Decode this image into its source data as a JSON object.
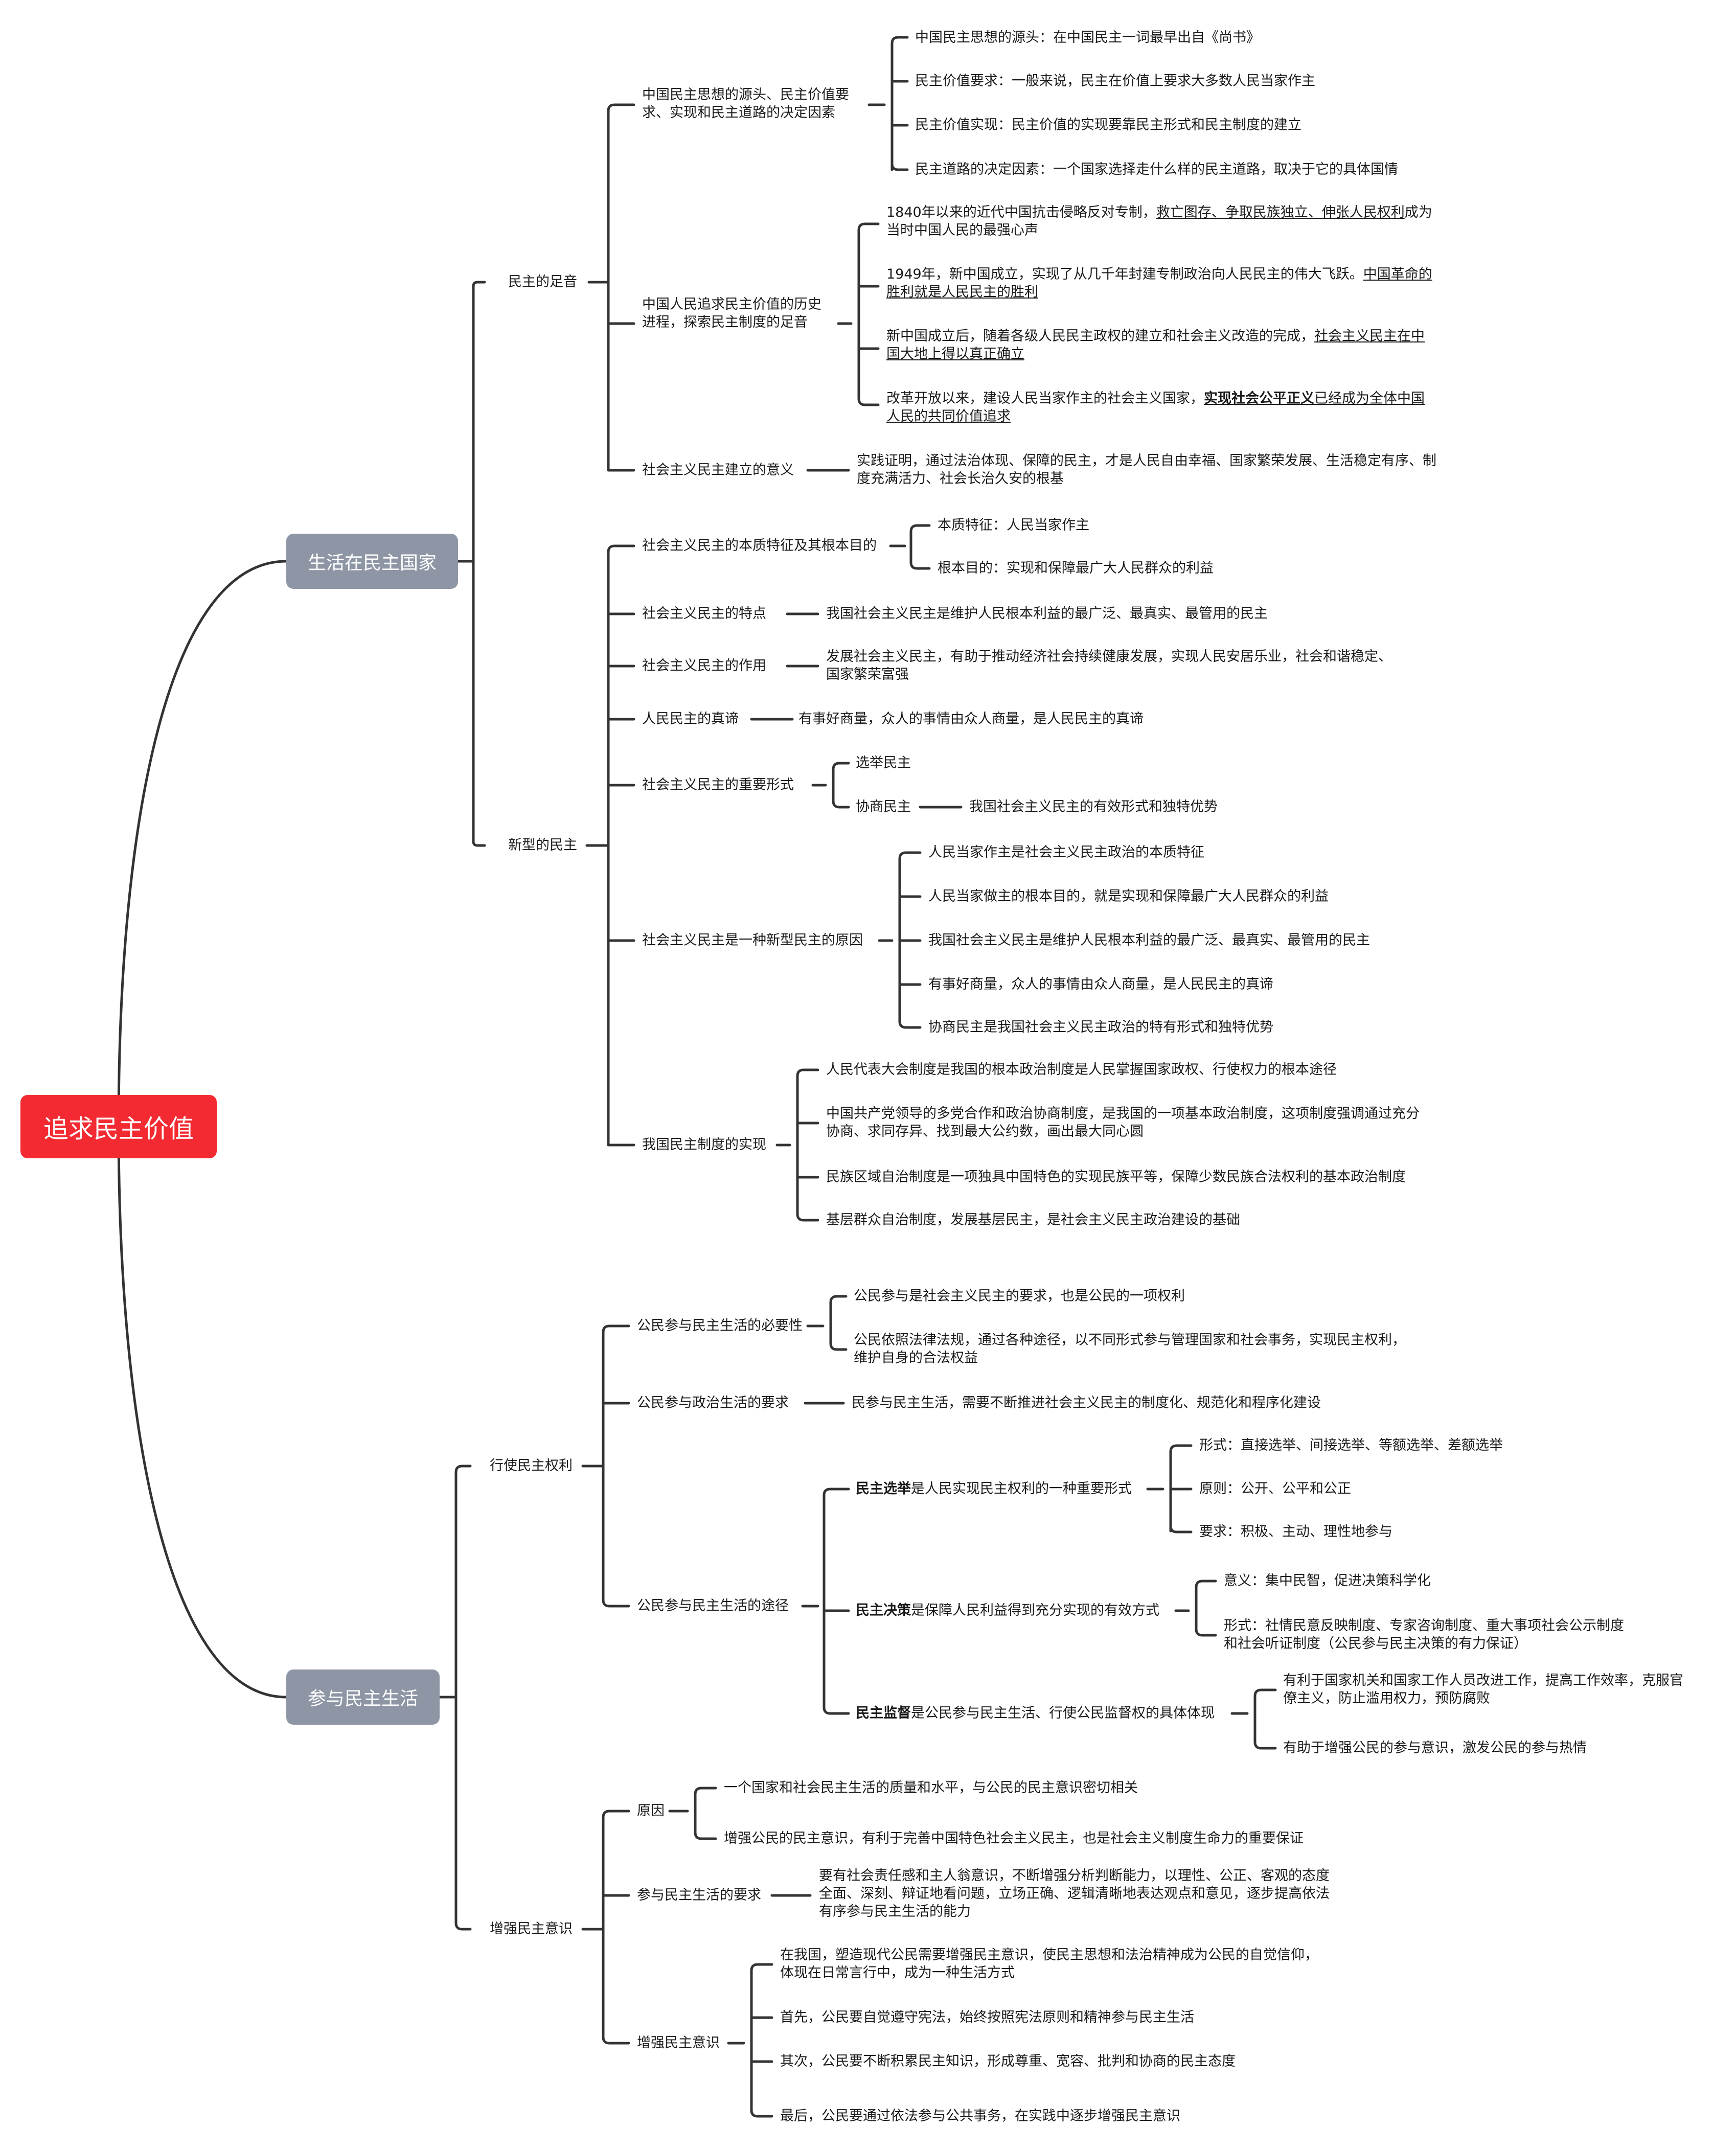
{
  "root": "追求民主价值",
  "branches": {
    "live": {
      "label": "生活在民主国家",
      "footsteps": {
        "label": "民主的足音",
        "source": {
          "label_1": "中国民主思想的源头、民主价值要",
          "label_2": "求、实现和民主道路的决定因素",
          "items": [
            "中国民主思想的源头：在中国民主一词最早出自《尚书》",
            "民主价值要求：一般来说，民主在价值上要求大多数人民当家作主",
            "民主价值实现：民主价值的实现要靠民主形式和民主制度的建立",
            "民主道路的决定因素：一个国家选择走什么样的民主道路，取决于它的具体国情"
          ]
        },
        "history": {
          "label_1": "中国人民追求民主价值的历史",
          "label_2": "进程，探索民主制度的足音",
          "i1_a": "1840年以来的近代中国抗击侵略反对专制，",
          "i1_u": "救亡图存、争取民族独立、伸张人民权利",
          "i1_b": "成为",
          "i1_l2": "当时中国人民的最强心声",
          "i2_a": "1949年，新中国成立，实现了从几千年封建专制政治向人民民主的伟大飞跃。",
          "i2_u": "中国革命的",
          "i2_l2": "胜利就是人民民主的胜利",
          "i3_a": "新中国成立后，随着各级人民民主政权的建立和社会主义改造的完成，",
          "i3_u": "社会主义民主在中",
          "i3_l2": "国大地上得以真正确立",
          "i4_a": "改革开放以来，建设人民当家作主的社会主义国家，",
          "i4_bold": "实现社会公平正义",
          "i4_u": "已经成为全体中国",
          "i4_l2": "人民的共同价值追求"
        },
        "significance": {
          "label": "社会主义民主建立的意义",
          "text_1": "实践证明，通过法治体现、保障的民主，才是人民自由幸福、国家繁荣发展、生活稳定有序、制",
          "text_2": "度充满活力、社会长治久安的根基"
        }
      },
      "new_democracy": {
        "label": "新型的民主",
        "essence": {
          "label": "社会主义民主的本质特征及其根本目的",
          "items": [
            "本质特征：人民当家作主",
            "根本目的：实现和保障最广大人民群众的利益"
          ]
        },
        "traits": {
          "label": "社会主义民主的特点",
          "text": "我国社会主义民主是维护人民根本利益的最广泛、最真实、最管用的民主"
        },
        "role": {
          "label": "社会主义民主的作用",
          "text_1": "发展社会主义民主，有助于推动经济社会持续健康发展，实现人民安居乐业，社会和谐稳定、",
          "text_2": "国家繁荣富强"
        },
        "truth": {
          "label": "人民民主的真谛",
          "text": "有事好商量，众人的事情由众人商量，是人民民主的真谛"
        },
        "forms": {
          "label": "社会主义民主的重要形式",
          "election": "选举民主",
          "consult": "协商民主",
          "consult_note": "我国社会主义民主的有效形式和独特优势"
        },
        "reasons": {
          "label": "社会主义民主是一种新型民主的原因",
          "items": [
            "人民当家作主是社会主义民主政治的本质特征",
            "人民当家做主的根本目的，就是实现和保障最广大人民群众的利益",
            "我国社会主义民主是维护人民根本利益的最广泛、最真实、最管用的民主",
            "有事好商量，众人的事情由众人商量，是人民民主的真谛",
            "协商民主是我国社会主义民主政治的特有形式和独特优势"
          ]
        },
        "system": {
          "label": "我国民主制度的实现",
          "i1": "人民代表大会制度是我国的根本政治制度是人民掌握国家政权、行使权力的根本途径",
          "i2_1": "中国共产党领导的多党合作和政治协商制度，是我国的一项基本政治制度，这项制度强调通过充分",
          "i2_2": "协商、求同存异、找到最大公约数，画出最大同心圆",
          "i3": "民族区域自治制度是一项独具中国特色的实现民族平等，保障少数民族合法权利的基本政治制度",
          "i4": "基层群众自治制度，发展基层民主，是社会主义民主政治建设的基础"
        }
      }
    },
    "participate": {
      "label": "参与民主生活",
      "rights": {
        "label": "行使民主权利",
        "necessity": {
          "label": "公民参与民主生活的必要性",
          "i1": "公民参与是社会主义民主的要求，也是公民的一项权利",
          "i2_1": "公民依照法律法规，通过各种途径，以不同形式参与管理国家和社会事务，实现民主权利，",
          "i2_2": "维护自身的合法权益"
        },
        "politics": {
          "label": "公民参与政治生活的要求",
          "text": "民参与民主生活，需要不断推进社会主义民主的制度化、规范化和程序化建设"
        },
        "ways": {
          "label": "公民参与民主生活的途径",
          "election": {
            "bold": "民主选举",
            "rest": "是人民实现民主权利的一种重要形式",
            "items": [
              "形式：直接选举、间接选举、等额选举、差额选举",
              "原则：公开、公平和公正",
              "要求：积极、主动、理性地参与"
            ]
          },
          "decision": {
            "bold": "民主决策",
            "rest": "是保障人民利益得到充分实现的有效方式",
            "i1": "意义：集中民智，促进决策科学化",
            "i2_1": "形式：社情民意反映制度、专家咨询制度、重大事项社会公示制度",
            "i2_2": "和社会听证制度（公民参与民主决策的有力保证）"
          },
          "supervision": {
            "bold": "民主监督",
            "rest": "是公民参与民主生活、行使公民监督权的具体体现",
            "i1_1": "有利于国家机关和国家工作人员改进工作，提高工作效率，克服官",
            "i1_2": "僚主义，防止滥用权力，预防腐败",
            "i2": "有助于增强公民的参与意识，激发公民的参与热情"
          }
        }
      },
      "awareness": {
        "label": "增强民主意识",
        "reason": {
          "label": "原因",
          "items": [
            "一个国家和社会民主生活的质量和水平，与公民的民主意识密切相关",
            "增强公民的民主意识，有利于完善中国特色社会主义民主，也是社会主义制度生命力的重要保证"
          ]
        },
        "requirement": {
          "label": "参与民主生活的要求",
          "text_1": "要有社会责任感和主人翁意识，不断增强分析判断能力，以理性、公正、客观的态度",
          "text_2": "全面、深刻、辩证地看问题，立场正确、逻辑清晰地表达观点和意见，逐步提高依法",
          "text_3": "有序参与民主生活的能力"
        },
        "enhance": {
          "label": "增强民主意识",
          "i1_1": "在我国，塑造现代公民需要增强民主意识，使民主思想和法治精神成为公民的自觉信仰，",
          "i1_2": "体现在日常言行中，成为一种生活方式",
          "i2": "首先，公民要自觉遵守宪法，始终按照宪法原则和精神参与民主生活",
          "i3": "其次，公民要不断积累民主知识，形成尊重、宽容、批判和协商的民主态度",
          "i4": "最后，公民要通过依法参与公共事务，在实践中逐步增强民主意识"
        }
      }
    }
  }
}
